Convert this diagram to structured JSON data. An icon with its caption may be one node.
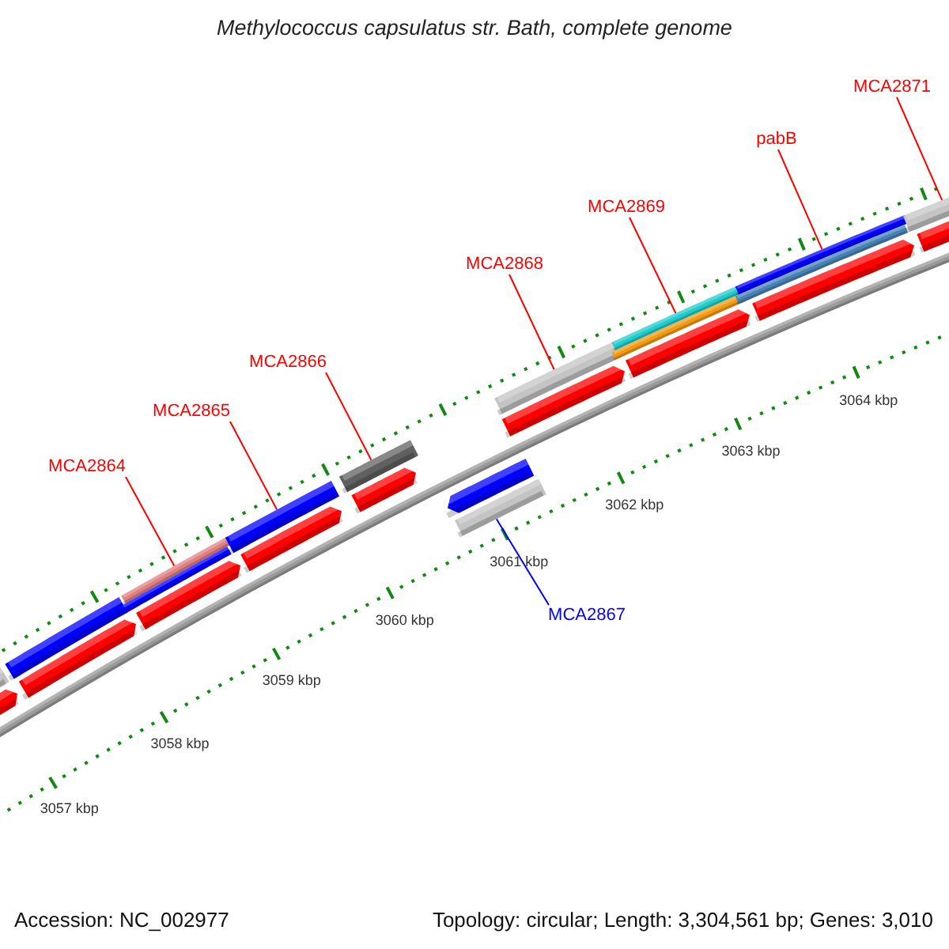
{
  "diagram": {
    "title": "Methylococcus capsulatus str. Bath, complete genome",
    "nodes": [
      {
        "text": [
          "MCA2864"
        ]
      },
      {
        "text": [
          "MCA2865"
        ]
      },
      {
        "text": [
          "MCA2866"
        ]
      },
      {
        "text": [
          "MCA2867"
        ]
      },
      {
        "text": [
          "MCA2868"
        ]
      },
      {
        "text": [
          "MCA2869"
        ]
      },
      {
        "text": [
          "pabB"
        ]
      },
      {
        "text": [
          "MCA2871"
        ]
      },
      {
        "text": [],
        "shape": "bar"
      },
      {
        "text": [],
        "shape": "bar"
      },
      {
        "text": [],
        "shape": "bar"
      },
      {
        "text": [],
        "shape": "bar"
      },
      {
        "text": [],
        "shape": "bar"
      },
      {
        "text": [],
        "shape": "bar"
      },
      {
        "text": [],
        "shape": "bar"
      },
      {
        "text": [],
        "shape": "bar"
      }
    ],
    "edges": [
      {
        "from": 0,
        "to": 8,
        "arrow": "none"
      },
      {
        "from": 1,
        "to": 9,
        "arrow": "none"
      },
      {
        "from": 2,
        "to": 10,
        "arrow": "none"
      },
      {
        "from": 3,
        "to": 11,
        "arrow": "none",
        "color": "#0000ff"
      },
      {
        "from": 4,
        "to": 12,
        "arrow": "none"
      },
      {
        "from": 5,
        "to": 13,
        "arrow": "none"
      },
      {
        "from": 6,
        "to": 14,
        "arrow": "none"
      },
      {
        "from": 7,
        "to": 15,
        "arrow": "none"
      }
    ],
    "labels": [
      "3064 kbp",
      "3063 kbp",
      "3062 kbp",
      "3061 kbp",
      "3060 kbp",
      "3059 kbp",
      "3058 kbp",
      "3057 kbp",
      "Accession: NC_002977",
      "Topology: circular; Length: 3,304,561 bp; Genes: 3,010"
    ]
  }
}
